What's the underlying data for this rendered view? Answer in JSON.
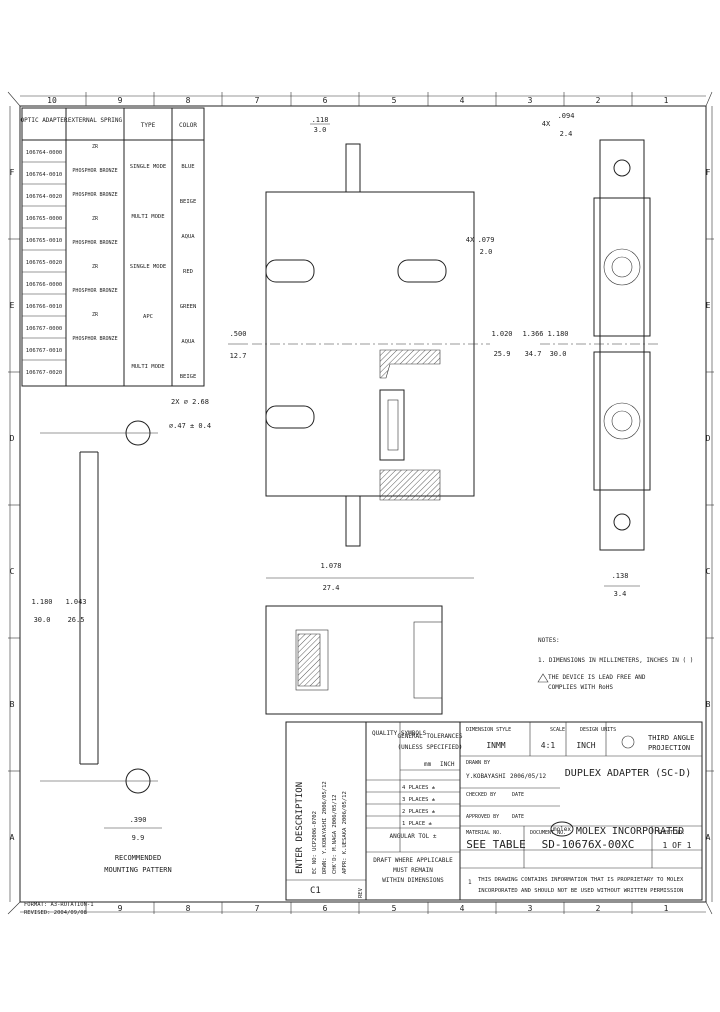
{
  "border": {
    "columns": [
      "10",
      "9",
      "8",
      "7",
      "6",
      "5",
      "4",
      "3",
      "2",
      "1"
    ],
    "rows": [
      "F",
      "E",
      "D",
      "C",
      "B",
      "A"
    ]
  },
  "part_table": {
    "headers": [
      "OPTIC ADAPTER",
      "EXTERNAL SPRING",
      "TYPE",
      "COLOR"
    ],
    "rows": [
      [
        "106764-0000",
        "",
        ""
      ],
      [
        "106764-0010",
        "",
        ""
      ],
      [
        "106764-0020",
        "",
        ""
      ],
      [
        "106765-0000",
        "",
        ""
      ],
      [
        "106765-0010",
        "",
        ""
      ],
      [
        "106765-0020",
        "",
        ""
      ],
      [
        "106766-0000",
        "",
        ""
      ],
      [
        "106766-0010",
        "",
        ""
      ],
      [
        "106767-0000",
        "",
        ""
      ],
      [
        "106767-0010",
        "",
        ""
      ],
      [
        "106767-0020",
        "",
        ""
      ]
    ],
    "spring_texts": [
      "ZR",
      "PHOSPHOR BRONZE",
      "PHOSPHOR BRONZE",
      "ZR",
      "PHOSPHOR BRONZE",
      "ZR",
      "PHOSPHOR BRONZE",
      "ZR",
      "PHOSPHOR BRONZE"
    ],
    "type_texts": [
      "SINGLE MODE",
      "MULTI MODE",
      "SINGLE MODE",
      "APC",
      "MULTI MODE"
    ],
    "color_texts": [
      "BLUE",
      "BEIGE",
      "AQUA",
      "RED",
      "GREEN",
      "AQUA",
      "BEIGE"
    ]
  },
  "dimensions": {
    "d_top_in": ".118",
    "d_top_mm": "3.0",
    "d_left_in": ".500",
    "d_left_mm": "12.7",
    "d_width_in": "1.078",
    "d_width_mm": "27.4",
    "d_h1_in": "1.020",
    "d_h1_mm": "25.9",
    "d_h2_in": "1.366",
    "d_h2_mm": "34.7",
    "d_h3_in": "1.180",
    "d_h3_mm": "30.0",
    "d_tab_in": ".094",
    "d_tab_mm": "2.4",
    "d_bot_in": ".138",
    "d_bot_mm": "3.4",
    "d_mid_label": "4X",
    "d_mid_in": ".079",
    "d_mid_mm": "2.0",
    "d_tab_label": "4X",
    "hole_callout": "2X ⌀ 2.68",
    "hole_callout2": "⌀.47 ± 0.4",
    "pan_h1_in": "1.180",
    "pan_h1_mm": "30.0",
    "pan_h2_in": "1.043",
    "pan_h2_mm": "26.5",
    "pan_w_in": ".390",
    "pan_w_mm": "9.9",
    "pan_caption1": "RECOMMENDED",
    "pan_caption2": "MOUNTING PATTERN"
  },
  "notes": {
    "title": "NOTES:",
    "n1": "1. DIMENSIONS IN MILLIMETERS, INCHES IN ( )",
    "n2a": "THE DEVICE IS LEAD FREE AND",
    "n2b": "COMPLIES WITH RoHS"
  },
  "revision": {
    "header": "ENTER DESCRIPTION",
    "lines": [
      "EC NO: UCP2006-0702",
      "DRWN: Y.KOBAYASHI  2006/05/12",
      "CHK'D: M.NAGA  2006/05/12",
      "APPR: K.UESAKA  2006/05/12"
    ],
    "rev_value": "C1",
    "rev_label": "REV"
  },
  "title_block": {
    "quality": "QUALITY SYMBOLS",
    "tol_title1": "GENERAL TOLERANCES",
    "tol_title2": "(UNLESS SPECIFIED)",
    "mm_label": "mm",
    "inch_label": "INCH",
    "places": [
      "4 PLACES ±",
      "3 PLACES ±",
      "2 PLACES ±",
      "1 PLACE ±"
    ],
    "angular": "ANGULAR TOL ±",
    "drafting1": "DRAFT WHERE APPLICABLE",
    "drafting2": "MUST REMAIN",
    "drafting3": "WITHIN DIMENSIONS",
    "dim_style_label": "DIMENSION STYLE",
    "dim_style": "INMM",
    "scale_label": "SCALE",
    "scale": "4:1",
    "design_units_label": "DESIGN UNITS",
    "design_units": "INCH",
    "projection1": "THIRD ANGLE",
    "projection2": "PROJECTION",
    "drawn_label": "DRAWN BY",
    "drawn": "Y.KOBAYASHI",
    "date": "2006/05/12",
    "checked_label": "CHECKED BY",
    "approved_label": "APPROVED BY",
    "date_label": "DATE",
    "title": "DUPLEX ADAPTER (SC-D)",
    "company": "MOLEX INCORPORATED",
    "logo_text": "molex",
    "material_label": "MATERIAL NO.",
    "material": "SEE TABLE",
    "doc_label": "DOCUMENT NO.",
    "doc": "SD-10676X-00XC",
    "sheet_label": "SHEET NO.",
    "sheet": "1 OF 1",
    "sheet_no": "1",
    "proprietary1": "THIS DRAWING CONTAINS INFORMATION THAT IS PROPRIETARY TO MOLEX",
    "proprietary2": "INCORPORATED AND SHOULD NOT BE USED WITHOUT WRITTEN PERMISSION"
  },
  "footer": {
    "format": "FORMAT: A3-ROTATION-1",
    "revised": "REVISED: 2004/09/08"
  }
}
